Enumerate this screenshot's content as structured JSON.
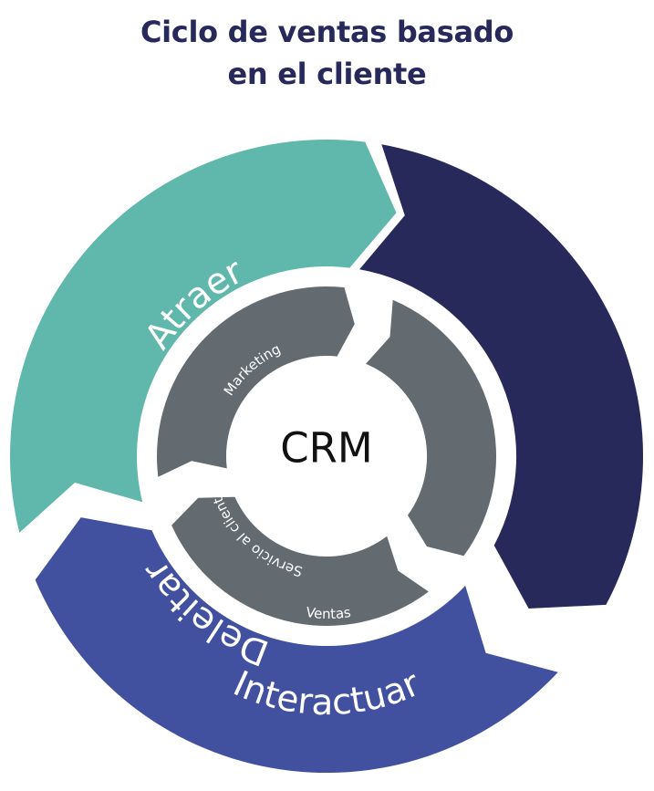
{
  "title": {
    "line1": "Ciclo de ventas basado",
    "line2": "en el cliente"
  },
  "outer_cycle": {
    "stages": [
      {
        "label": "Atraer",
        "color": "#27295a"
      },
      {
        "label": "Interactuar",
        "color": "#4151a0"
      },
      {
        "label": "Deleitar",
        "color": "#5fb8ab"
      }
    ]
  },
  "inner_cycle": {
    "color": "#636b71",
    "stages": [
      {
        "label": "Marketing"
      },
      {
        "label": "Ventas"
      },
      {
        "label": "Servicio al cliente"
      }
    ]
  },
  "center": {
    "label": "CRM"
  }
}
